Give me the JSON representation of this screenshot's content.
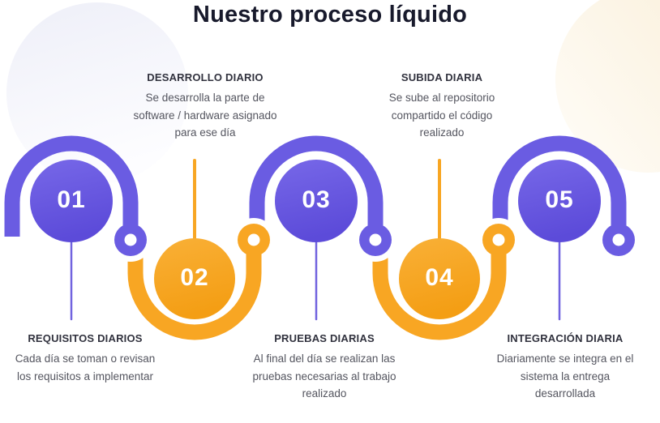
{
  "title": "Nuestro proceso líquido",
  "colors": {
    "purple": "#6A5CE2",
    "purple_line": "#7163DF",
    "orange": "#F8A623",
    "white": "#FFFFFF",
    "purple_grad_start": "#7768E8",
    "purple_grad_end": "#5C4BD9",
    "orange_grad_start": "#F9B037",
    "orange_grad_end": "#F49E14",
    "decor_lavender_start": "#EEEFF8",
    "decor_lavender_end": "#FDFDFF",
    "decor_cream_start": "#FAF0DC",
    "decor_cream_end": "#FFFDF8"
  },
  "steps": [
    {
      "number": "01",
      "name": "REQUISITOS DIARIOS",
      "description": [
        "Cada día se toman o revisan",
        "los requisitos a implementar"
      ]
    },
    {
      "number": "02",
      "name": "DESARROLLO DIARIO",
      "description": [
        "Se desarrolla la parte de",
        "software / hardware asignado",
        "para ese día"
      ]
    },
    {
      "number": "03",
      "name": "PRUEBAS DIARIAS",
      "description": [
        "Al final del día se realizan las",
        "pruebas necesarias al trabajo",
        "realizado"
      ]
    },
    {
      "number": "04",
      "name": "SUBIDA DIARIA",
      "description": [
        "Se sube al repositorio",
        "compartido el código",
        "realizado"
      ]
    },
    {
      "number": "05",
      "name": "INTEGRACIÓN DIARIA",
      "description": [
        "Diariamente se integra en el",
        "sistema la entrega",
        "desarrollada"
      ]
    }
  ]
}
